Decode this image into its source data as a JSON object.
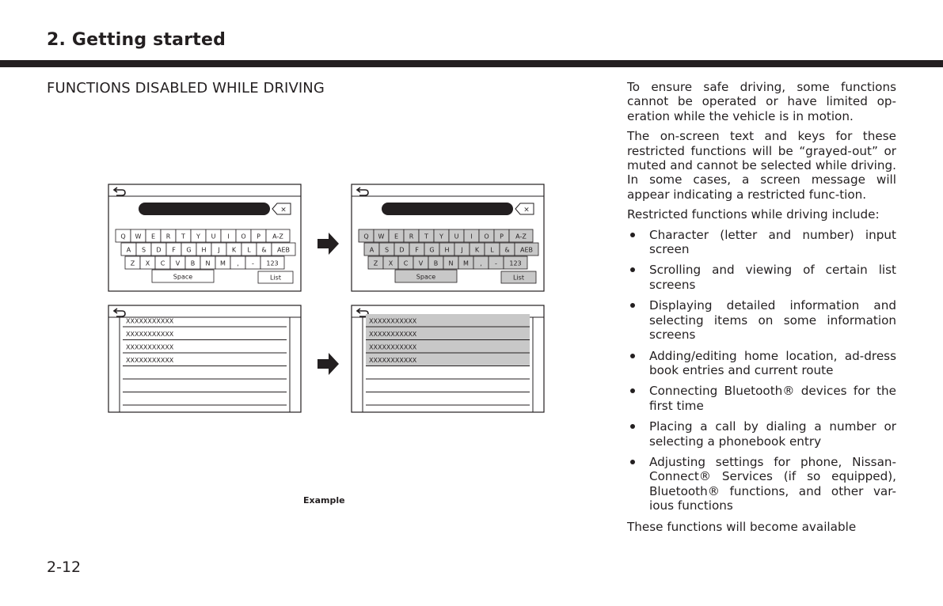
{
  "header": {
    "chapter_title": "2. Getting started"
  },
  "section": {
    "heading": "FUNCTIONS DISABLED WHILE DRIVING"
  },
  "body": {
    "para1": "To ensure safe driving, some functions cannot be operated or have limited op-eration while the vehicle is in motion.",
    "para2": "The on-screen text and keys for these restricted functions will be “grayed-out” or muted and cannot be selected while driving. In some cases, a screen message will appear indicating a restricted func-tion.",
    "para3": "Restricted functions while driving include:",
    "list": [
      "Character (letter and number) input screen",
      "Scrolling and viewing of certain list screens",
      "Displaying detailed information and selecting items on some information screens",
      "Adding/editing home location, ad-dress book entries and current route",
      "Connecting Bluetooth® devices for the first time",
      "Placing a call by dialing a number or selecting a phonebook entry",
      "Adjusting settings for phone, Nissan-Connect® Services (if so equipped), Bluetooth® functions, and other var-ious functions"
    ],
    "para4": "These functions will become available"
  },
  "figure": {
    "caption": "Example",
    "keyboard": {
      "row1": [
        "Q",
        "W",
        "E",
        "R",
        "T",
        "Y",
        "U",
        "I",
        "O",
        "P",
        "A-Z"
      ],
      "row2": [
        "A",
        "S",
        "D",
        "F",
        "G",
        "H",
        "J",
        "K",
        "L",
        "&",
        "AEB"
      ],
      "row3": [
        "Z",
        "X",
        "C",
        "V",
        "B",
        "N",
        "M",
        ",",
        "-",
        "123"
      ],
      "space_label": "Space",
      "list_label": "List",
      "backspace_icon": "delete-key-icon",
      "back_icon": "back-arrow-icon"
    },
    "list_items": [
      "XXXXXXXXXXX",
      "XXXXXXXXXXX",
      "XXXXXXXXXXX",
      "XXXXXXXXXXX"
    ],
    "arrow_icon": "right-arrow-icon",
    "colors": {
      "muted_fill": "#c8c8c8",
      "ink": "#231f20"
    }
  },
  "footer": {
    "page_number": "2-12"
  }
}
